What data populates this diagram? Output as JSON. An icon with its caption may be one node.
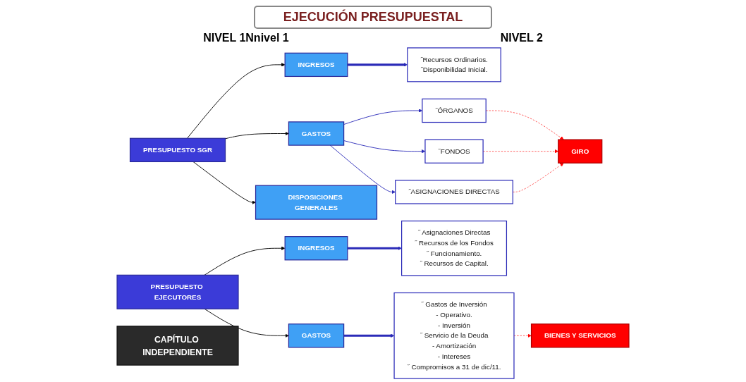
{
  "diagram": {
    "title": "EJECUCIÓN PRESUPUESTAL",
    "nodes": [
      {
        "text": [
          "PRESUPUESTO SGR"
        ]
      },
      {
        "text": [
          "INGRESOS"
        ]
      },
      {
        "text": [
          "˝Recursos Ordinarios.",
          "˝Disponibilidad Inicial."
        ]
      },
      {
        "text": [
          "GASTOS"
        ]
      },
      {
        "text": [
          "˝ÓRGANOS"
        ]
      },
      {
        "text": [
          "˝FONDOS"
        ]
      },
      {
        "text": [
          "˝ASIGNACIONES DIRECTAS"
        ]
      },
      {
        "text": [
          "GIRO"
        ]
      },
      {
        "text": [
          "DISPOSICIONES GENERALES"
        ]
      },
      {
        "text": [
          "CAPÍTULO INDEPENDIENTE"
        ]
      },
      {
        "text": [
          "PRESUPUESTO EJECUTORES"
        ]
      },
      {
        "text": [
          "INGRESOS"
        ]
      },
      {
        "text": [
          "˝ Asignaciones Directas",
          "˝ Recursos de los Fondos",
          "˝ Funcionamiento.",
          "˝ Recursos de Capital."
        ]
      },
      {
        "text": [
          "GASTOS"
        ]
      },
      {
        "text": [
          "˝ Gastos de Inversión",
          "- Operativo.",
          "- Inversión",
          "˝ Servicio de la Deuda",
          "- Amortización",
          "- Intereses",
          "˝ Compromisos a 31 de dic/11."
        ]
      },
      {
        "text": [
          "BIENES Y SERVICIOS"
        ]
      }
    ],
    "edges": [
      {
        "from": 0,
        "to": 1,
        "arrow": "to",
        "color": "#000000"
      },
      {
        "from": 0,
        "to": 3,
        "arrow": "to",
        "color": "#000000"
      },
      {
        "from": 0,
        "to": 8,
        "arrow": "to",
        "color": "#000000"
      },
      {
        "from": 1,
        "to": 2,
        "arrow": "to",
        "style": "thick"
      },
      {
        "from": 3,
        "to": 4,
        "arrow": "to"
      },
      {
        "from": 3,
        "to": 5,
        "arrow": "to"
      },
      {
        "from": 3,
        "to": 6,
        "arrow": "to"
      },
      {
        "from": 4,
        "to": 7,
        "arrow": "to",
        "style": "dashed",
        "color": "#ff0000"
      },
      {
        "from": 5,
        "to": 7,
        "arrow": "to",
        "style": "dashed",
        "color": "#ff0000"
      },
      {
        "from": 6,
        "to": 7,
        "arrow": "to",
        "style": "dashed",
        "color": "#ff0000"
      },
      {
        "from": 10,
        "to": 11,
        "arrow": "to",
        "color": "#000000"
      },
      {
        "from": 10,
        "to": 13,
        "arrow": "to",
        "color": "#000000"
      },
      {
        "from": 11,
        "to": 12,
        "arrow": "to",
        "style": "thick"
      },
      {
        "from": 13,
        "to": 14,
        "arrow": "to",
        "style": "thick"
      },
      {
        "from": 14,
        "to": 15,
        "arrow": "to",
        "style": "dashed",
        "color": "#ff0000"
      }
    ],
    "labels": [
      "NIVEL 1Nnivel 1",
      "NIVEL 2"
    ]
  }
}
